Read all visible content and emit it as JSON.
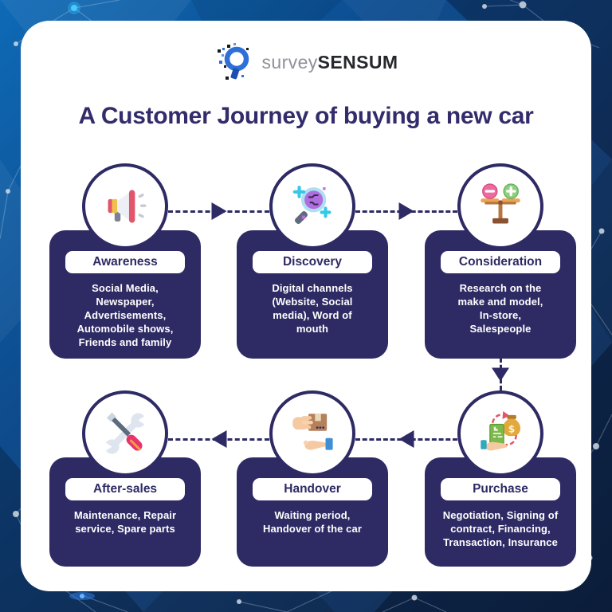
{
  "brand": {
    "survey": "survey",
    "sensum": "SENSUM"
  },
  "title": "A Customer Journey of buying a new car",
  "stages": [
    {
      "label": "Awareness",
      "description": "Social Media,\nNewspaper,\nAdvertisements,\nAutomobile shows,\nFriends and family",
      "icon": "megaphone-icon"
    },
    {
      "label": "Discovery",
      "description": "Digital channels\n(Website, Social\nmedia), Word of\nmouth",
      "icon": "magnifier-icon"
    },
    {
      "label": "Consideration",
      "description": "Research on the\nmake and model,\nIn-store,\nSalespeople",
      "icon": "balance-scale-icon"
    },
    {
      "label": "Purchase",
      "description": "Negotiation, Signing of\ncontract, Financing,\nTransaction, Insurance",
      "icon": "money-exchange-icon"
    },
    {
      "label": "Handover",
      "description": "Waiting period,\nHandover of the car",
      "icon": "package-handover-icon"
    },
    {
      "label": "After-sales",
      "description": "Maintenance, Repair\nservice, Spare parts",
      "icon": "repair-tools-icon"
    }
  ],
  "flow": [
    {
      "from": "Awareness",
      "to": "Discovery",
      "direction": "right"
    },
    {
      "from": "Discovery",
      "to": "Consideration",
      "direction": "right"
    },
    {
      "from": "Consideration",
      "to": "Purchase",
      "direction": "down"
    },
    {
      "from": "Purchase",
      "to": "Handover",
      "direction": "left"
    },
    {
      "from": "Handover",
      "to": "After-sales",
      "direction": "left"
    }
  ],
  "colors": {
    "stage_card_navy": "#2e2a64",
    "title_navy": "#322c6b",
    "panel_white": "#ffffff",
    "background_blue_top": "#0d65b1",
    "background_blue_bottom": "#122a4e",
    "accent_cyan_dot": "#35c0ff"
  }
}
